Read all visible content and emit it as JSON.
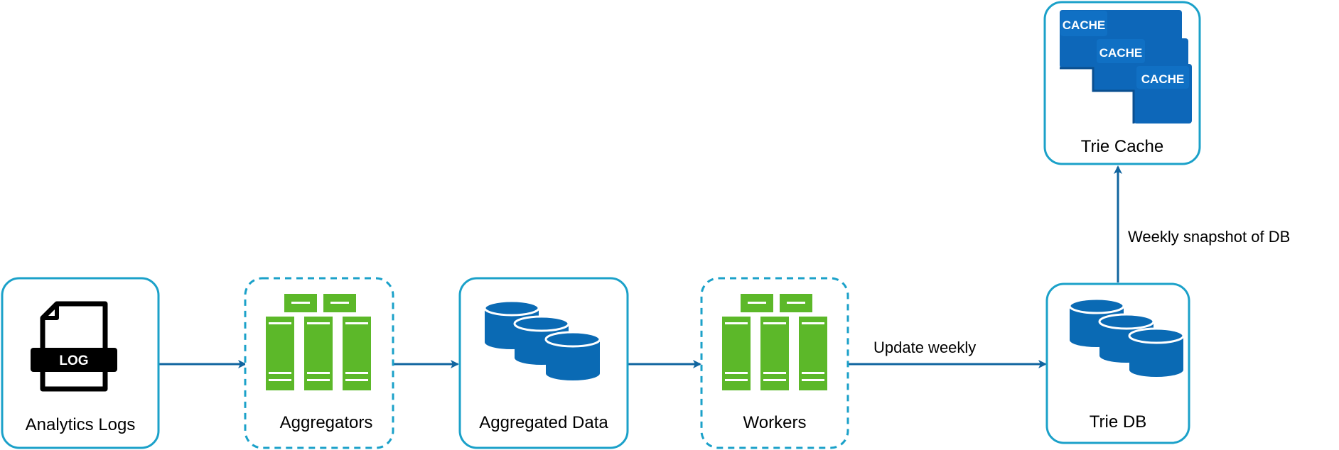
{
  "colors": {
    "box_border": "#1BA1C9",
    "edge": "#10659F",
    "db_blue": "#0A6AB4",
    "server_green": "#5CB829",
    "cache_blue": "#0D67B9"
  },
  "nodes": {
    "analytics_logs": {
      "label": "Analytics Logs",
      "icon": "log-file-icon",
      "icon_text": "LOG"
    },
    "aggregators": {
      "label": "Aggregators",
      "icon": "server-rack-icon"
    },
    "aggregated_data": {
      "label": "Aggregated Data",
      "icon": "database-stack-icon"
    },
    "workers": {
      "label": "Workers",
      "icon": "server-rack-icon"
    },
    "trie_db": {
      "label": "Trie DB",
      "icon": "database-stack-icon"
    },
    "trie_cache": {
      "label": "Trie Cache",
      "icon": "cache-stack-icon",
      "icon_text": "CACHE"
    }
  },
  "edges": {
    "logs_to_aggregators": {
      "label": ""
    },
    "aggregators_to_data": {
      "label": ""
    },
    "data_to_workers": {
      "label": ""
    },
    "workers_to_triedb": {
      "label": "Update weekly"
    },
    "triedb_to_cache": {
      "label": "Weekly snapshot of DB"
    }
  }
}
